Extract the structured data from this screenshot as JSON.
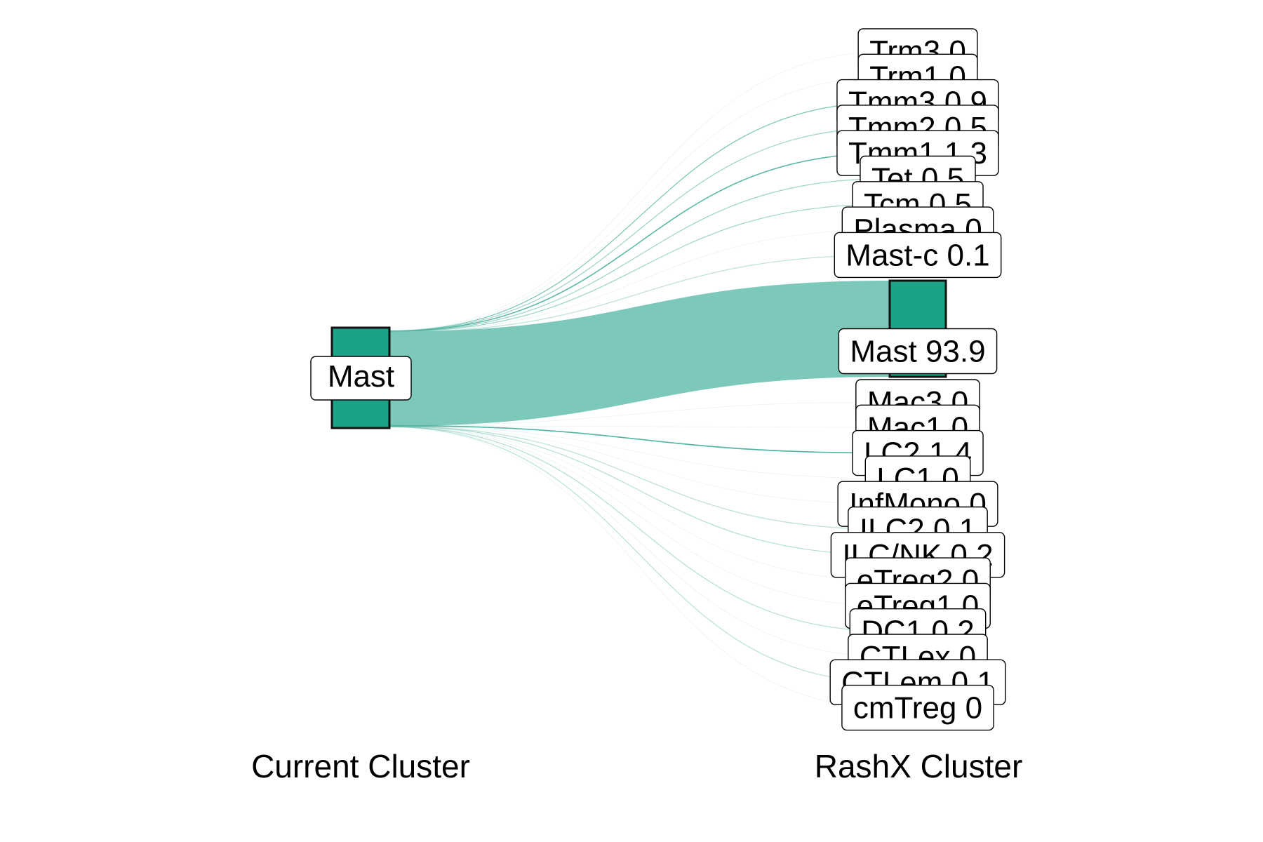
{
  "axis_labels": {
    "left": "Current Cluster",
    "right": "RashX Cluster"
  },
  "colors": {
    "node_fill": "#1ca386",
    "flow_fill": "#7cc8ba",
    "flow_line": "#4fb39f",
    "node_stroke": "#111111",
    "label_bg": "#ffffff"
  },
  "chart_data": {
    "type": "sankey",
    "source": {
      "name": "Mast",
      "label": "Mast"
    },
    "targets": [
      {
        "name": "Trm3",
        "value": 0,
        "label": "Trm3 0"
      },
      {
        "name": "Trm1",
        "value": 0,
        "label": "Trm1 0"
      },
      {
        "name": "Tmm3",
        "value": 0.9,
        "label": "Tmm3 0.9"
      },
      {
        "name": "Tmm2",
        "value": 0.5,
        "label": "Tmm2 0.5"
      },
      {
        "name": "Tmm1",
        "value": 1.3,
        "label": "Tmm1 1.3"
      },
      {
        "name": "Tet",
        "value": 0.5,
        "label": "Tet 0.5"
      },
      {
        "name": "Tcm",
        "value": 0.5,
        "label": "Tcm 0.5"
      },
      {
        "name": "Plasma",
        "value": 0,
        "label": "Plasma 0"
      },
      {
        "name": "Mast-c",
        "value": 0.1,
        "label": "Mast-c 0.1"
      },
      {
        "name": "Mast",
        "value": 93.9,
        "label": "Mast 93.9"
      },
      {
        "name": "Mac3",
        "value": 0,
        "label": "Mac3 0"
      },
      {
        "name": "Mac1",
        "value": 0,
        "label": "Mac1 0"
      },
      {
        "name": "LC2",
        "value": 1.4,
        "label": "LC2 1.4"
      },
      {
        "name": "LC1",
        "value": 0,
        "label": "LC1 0"
      },
      {
        "name": "InfMono",
        "value": 0,
        "label": "InfMono 0"
      },
      {
        "name": "ILC2",
        "value": 0.1,
        "label": "ILC2 0.1"
      },
      {
        "name": "ILC/NK",
        "value": 0.2,
        "label": "ILC/NK 0.2"
      },
      {
        "name": "eTreg2",
        "value": 0,
        "label": "eTreg2 0"
      },
      {
        "name": "eTreg1",
        "value": 0,
        "label": "eTreg1 0"
      },
      {
        "name": "DC1",
        "value": 0.2,
        "label": "DC1 0.2"
      },
      {
        "name": "CTLex",
        "value": 0,
        "label": "CTLex 0"
      },
      {
        "name": "CTLem",
        "value": 0.1,
        "label": "CTLem 0.1"
      },
      {
        "name": "cmTreg",
        "value": 0,
        "label": "cmTreg 0"
      }
    ]
  }
}
